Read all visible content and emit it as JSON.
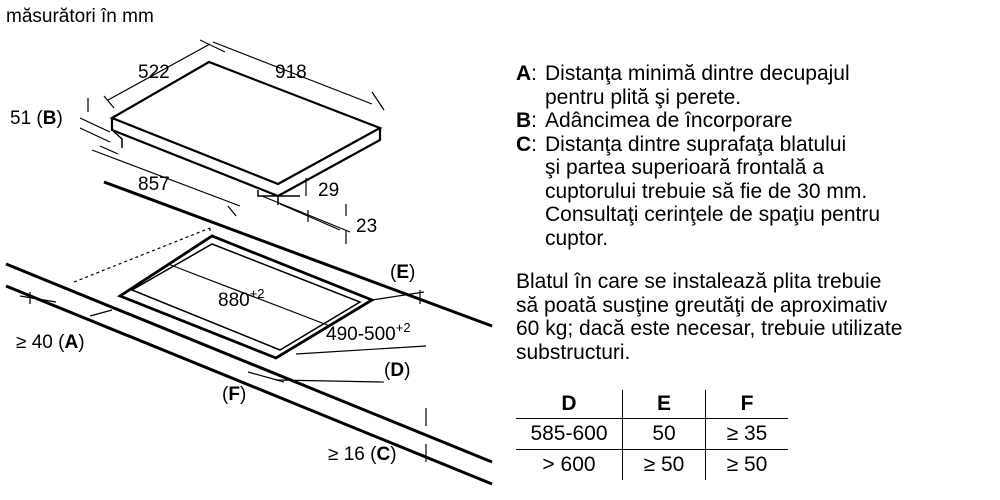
{
  "units_label": "măsurători în mm",
  "dimensions": {
    "width_top": "918",
    "depth_top": "522",
    "b_value": "51 (",
    "b_key": "B",
    "b_close": ")",
    "front_width": "857",
    "thickness_a": "29",
    "thickness_b": "23",
    "cutout_width": "880",
    "cutout_width_tol": "+2",
    "cutout_depth": "490-500",
    "cutout_depth_tol": "+2",
    "a_value": "≥ 40 (",
    "a_key": "A",
    "a_close": ")",
    "c_value": "≥ 16 (",
    "c_key": "C",
    "c_close": ")",
    "e_label_open": "(",
    "e_key": "E",
    "e_label_close": ")",
    "d_label_open": "(",
    "d_key": "D",
    "d_label_close": ")",
    "f_label_open": "(",
    "f_key": "F",
    "f_label_close": ")"
  },
  "legend": [
    {
      "key": "A",
      "lines": [
        "Distanţa minimă dintre decupajul",
        "pentru plită şi perete."
      ]
    },
    {
      "key": "B",
      "lines": [
        "Adâncimea de încorporare"
      ]
    },
    {
      "key": "C",
      "lines": [
        "Distanţa dintre suprafaţa blatului",
        "şi partea superioară frontală a",
        "cuptorului trebuie să fie de 30 mm.",
        "Consultaţi cerinţele de spaţiu pentru",
        "cuptor."
      ]
    }
  ],
  "legend_separator": ": ",
  "note_lines": [
    "Blatul în care se instalează plita trebuie",
    "să poată susţine greutăţi de aproximativ",
    "60 kg; dacă este necesar, trebuie utilizate",
    "substructuri."
  ],
  "table": {
    "headers": [
      "D",
      "E",
      "F"
    ],
    "rows": [
      [
        "585-600",
        "50",
        "≥ 35"
      ],
      [
        "> 600",
        "≥ 50",
        "≥ 50"
      ]
    ]
  }
}
